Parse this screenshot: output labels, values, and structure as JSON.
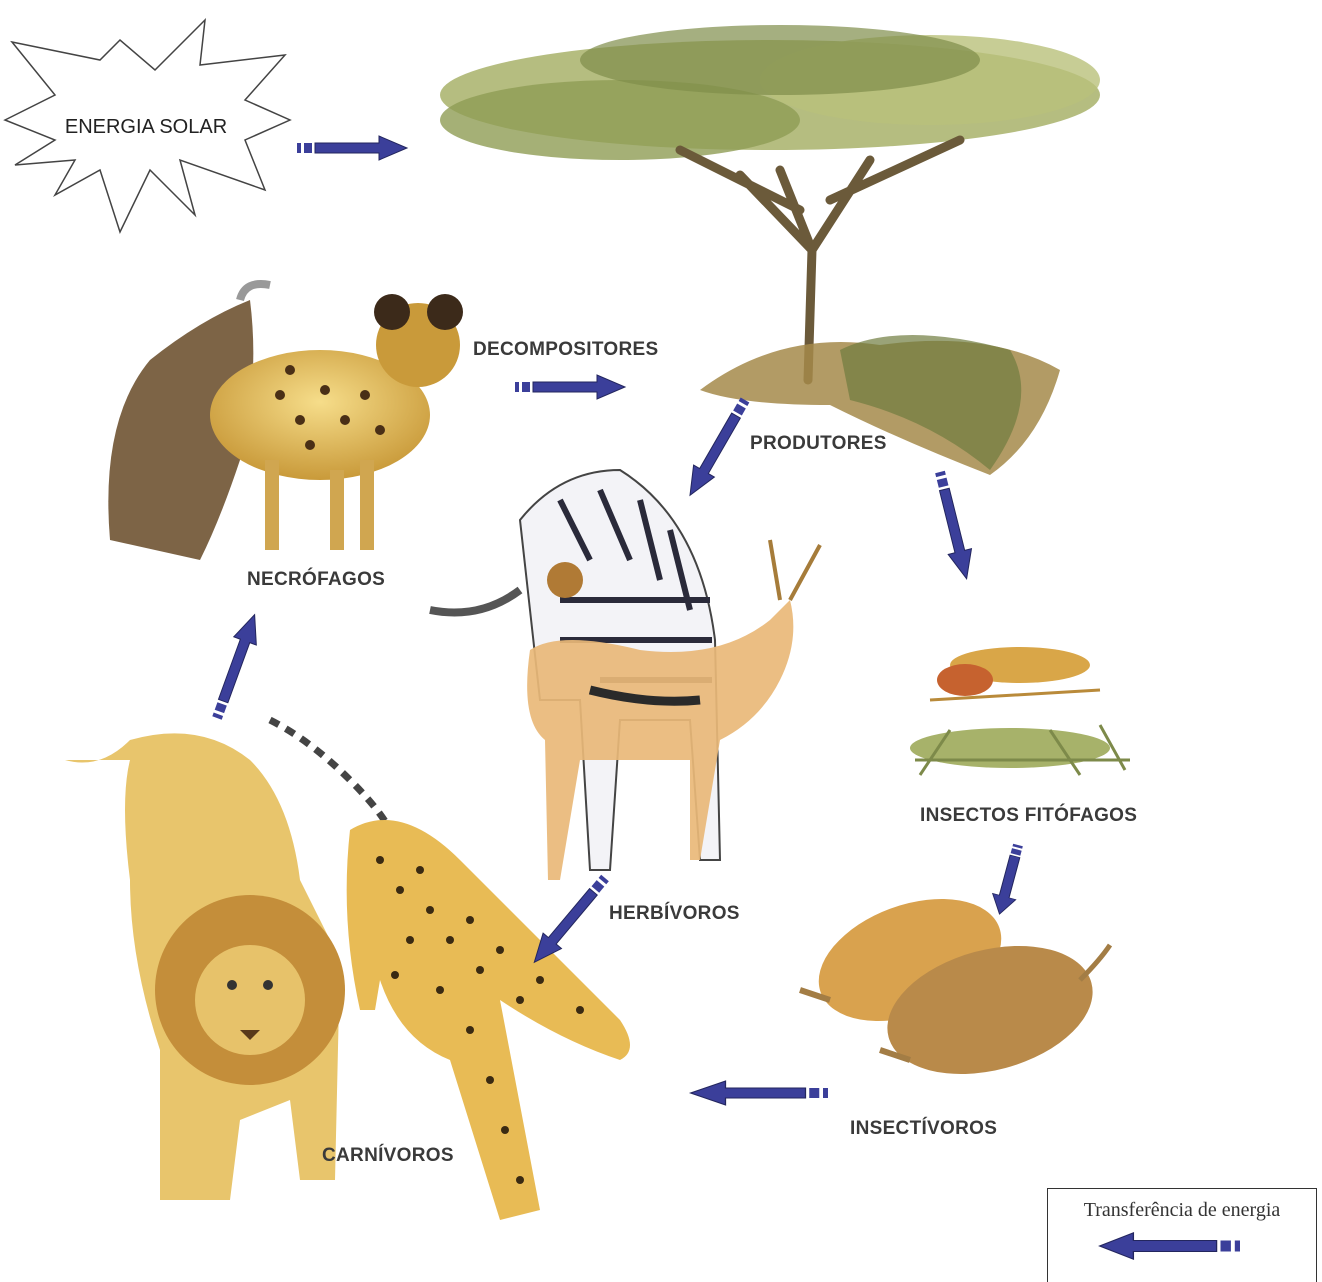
{
  "labels": {
    "sun": "ENERGIA SOLAR",
    "decomposers": "DECOMPOSITORES",
    "producers": "PRODUTORES",
    "necrophages": "NECRÓFAGOS",
    "phytophagous_insects": "INSECTOS FITÓFAGOS",
    "herbivores": "HERBÍVOROS",
    "insectivores": "INSECTÍVOROS",
    "carnivores": "CARNÍVOROS"
  },
  "legend": {
    "text": "Transferência de energia"
  },
  "colors": {
    "arrow": "#3b3f9a",
    "label": "#3a3a3a"
  },
  "icons": [
    "sun-burst-icon",
    "acacia-tree-icon",
    "hyena-vulture-icon",
    "zebra-gazelle-icon",
    "insects-icon",
    "moles-icon",
    "lion-cheetah-icon",
    "arrow-icon"
  ]
}
